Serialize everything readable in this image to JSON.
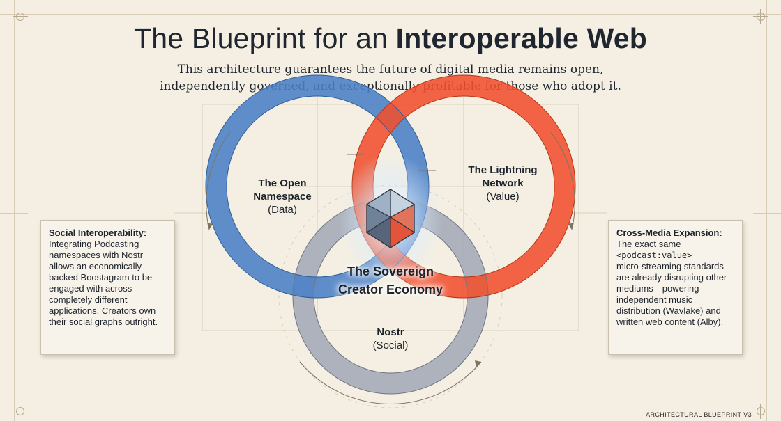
{
  "header": {
    "title_plain": "The Blueprint for an ",
    "title_bold": "Interoperable Web",
    "subtitle": "This architecture guarantees the future of digital media remains open, independently governed, and exceptionally profitable for those who adopt it."
  },
  "diagram": {
    "namespace": {
      "title": "The Open Namespace",
      "sub": "(Data)"
    },
    "lightning": {
      "title": "The Lightning Network",
      "sub": "(Value)"
    },
    "nostr": {
      "title": "Nostr",
      "sub": "(Social)"
    },
    "center": {
      "line1": "The Sovereign",
      "line2": "Creator Economy"
    },
    "colors": {
      "blue": "#4a80c6",
      "red": "#f0502e",
      "gray": "#a6adb8"
    }
  },
  "left_card": {
    "heading": "Social Interoperability:",
    "body": "Integrating Podcasting namespaces with Nostr allows an economically backed Boostagram to be engaged with across completely different applications. Creators own their social graphs outright."
  },
  "right_card": {
    "heading": "Cross-Media Expansion:",
    "body_before": "The exact same",
    "code": "<podcast:value>",
    "body_after": "micro-streaming standards are already disrupting other mediums—powering independent music distribution (Wavlake) and written web content (Alby)."
  },
  "footer": {
    "text": "ARCHITECTURAL BLUEPRINT V3"
  }
}
